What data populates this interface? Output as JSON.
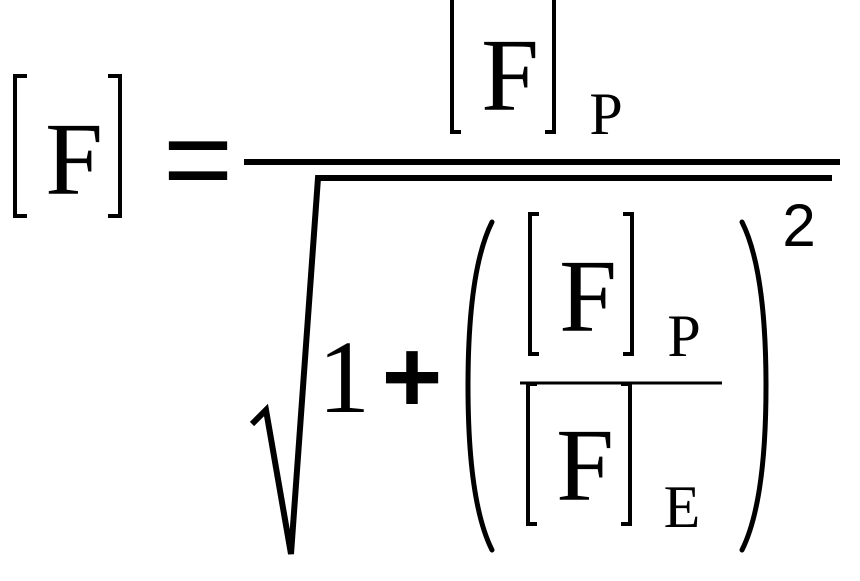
{
  "formula": {
    "lhs": {
      "symbol": "F"
    },
    "equals": "=",
    "numerator": {
      "symbol": "F",
      "subscript": "P"
    },
    "denominator": {
      "one": "1",
      "plus": "+",
      "inner_numerator": {
        "symbol": "F",
        "subscript": "P"
      },
      "inner_denominator": {
        "symbol": "F",
        "subscript": "E"
      },
      "exponent": "2"
    },
    "color": "#000000"
  }
}
